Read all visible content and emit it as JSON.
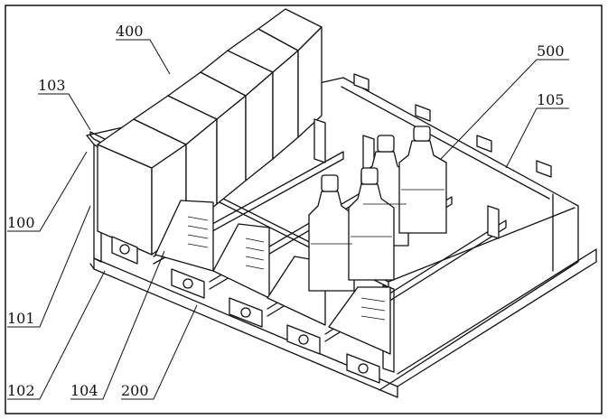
{
  "labels": {
    "l400": "400",
    "l103": "103",
    "l500": "500",
    "l105": "105",
    "l100": "100",
    "l101": "101",
    "l102": "102",
    "l104": "104",
    "l200": "200"
  },
  "colors": {
    "line": "#111111",
    "background": "#ffffff"
  }
}
